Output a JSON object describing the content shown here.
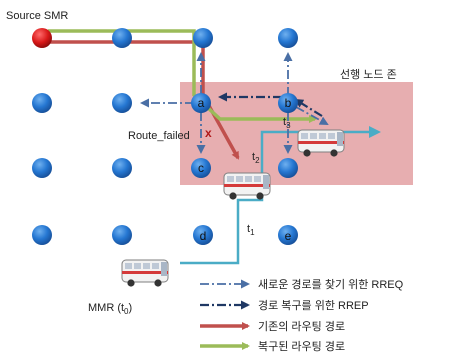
{
  "diagram": {
    "source_label": "Source SMR",
    "mmr_label_prefix": "MMR (t",
    "mmr_label_sub": "0",
    "mmr_label_suffix": ")",
    "zone_label": "선행 노드 존",
    "route_failed_label": "Route_failed",
    "failure_mark": "x",
    "node_labels": {
      "a": "a",
      "b": "b",
      "c": "c",
      "d": "d",
      "e": "e"
    },
    "time_labels": [
      {
        "base": "t",
        "sub": "3"
      },
      {
        "base": "t",
        "sub": "2"
      },
      {
        "base": "t",
        "sub": "1"
      }
    ],
    "legend": [
      {
        "label": "새로운 경로를 찾기 위한 RREQ",
        "style": "dashdot-light",
        "color": "#4a6fa5"
      },
      {
        "label": "경로 복구를 위한 RREP",
        "style": "dashdot-dark",
        "color": "#1f3864"
      },
      {
        "label": "기존의 라우팅 경로",
        "style": "solid",
        "color": "#c0504d"
      },
      {
        "label": "복구된 라우팅 경로",
        "style": "solid",
        "color": "#9bbb59"
      }
    ],
    "colors": {
      "node": "#1f6fc5",
      "source_node": "#d11f1f",
      "zone_fill": "#e7aeb0",
      "red_path": "#c0504d",
      "green_path": "#9bbb59",
      "blue_path": "#4aacc6"
    }
  }
}
